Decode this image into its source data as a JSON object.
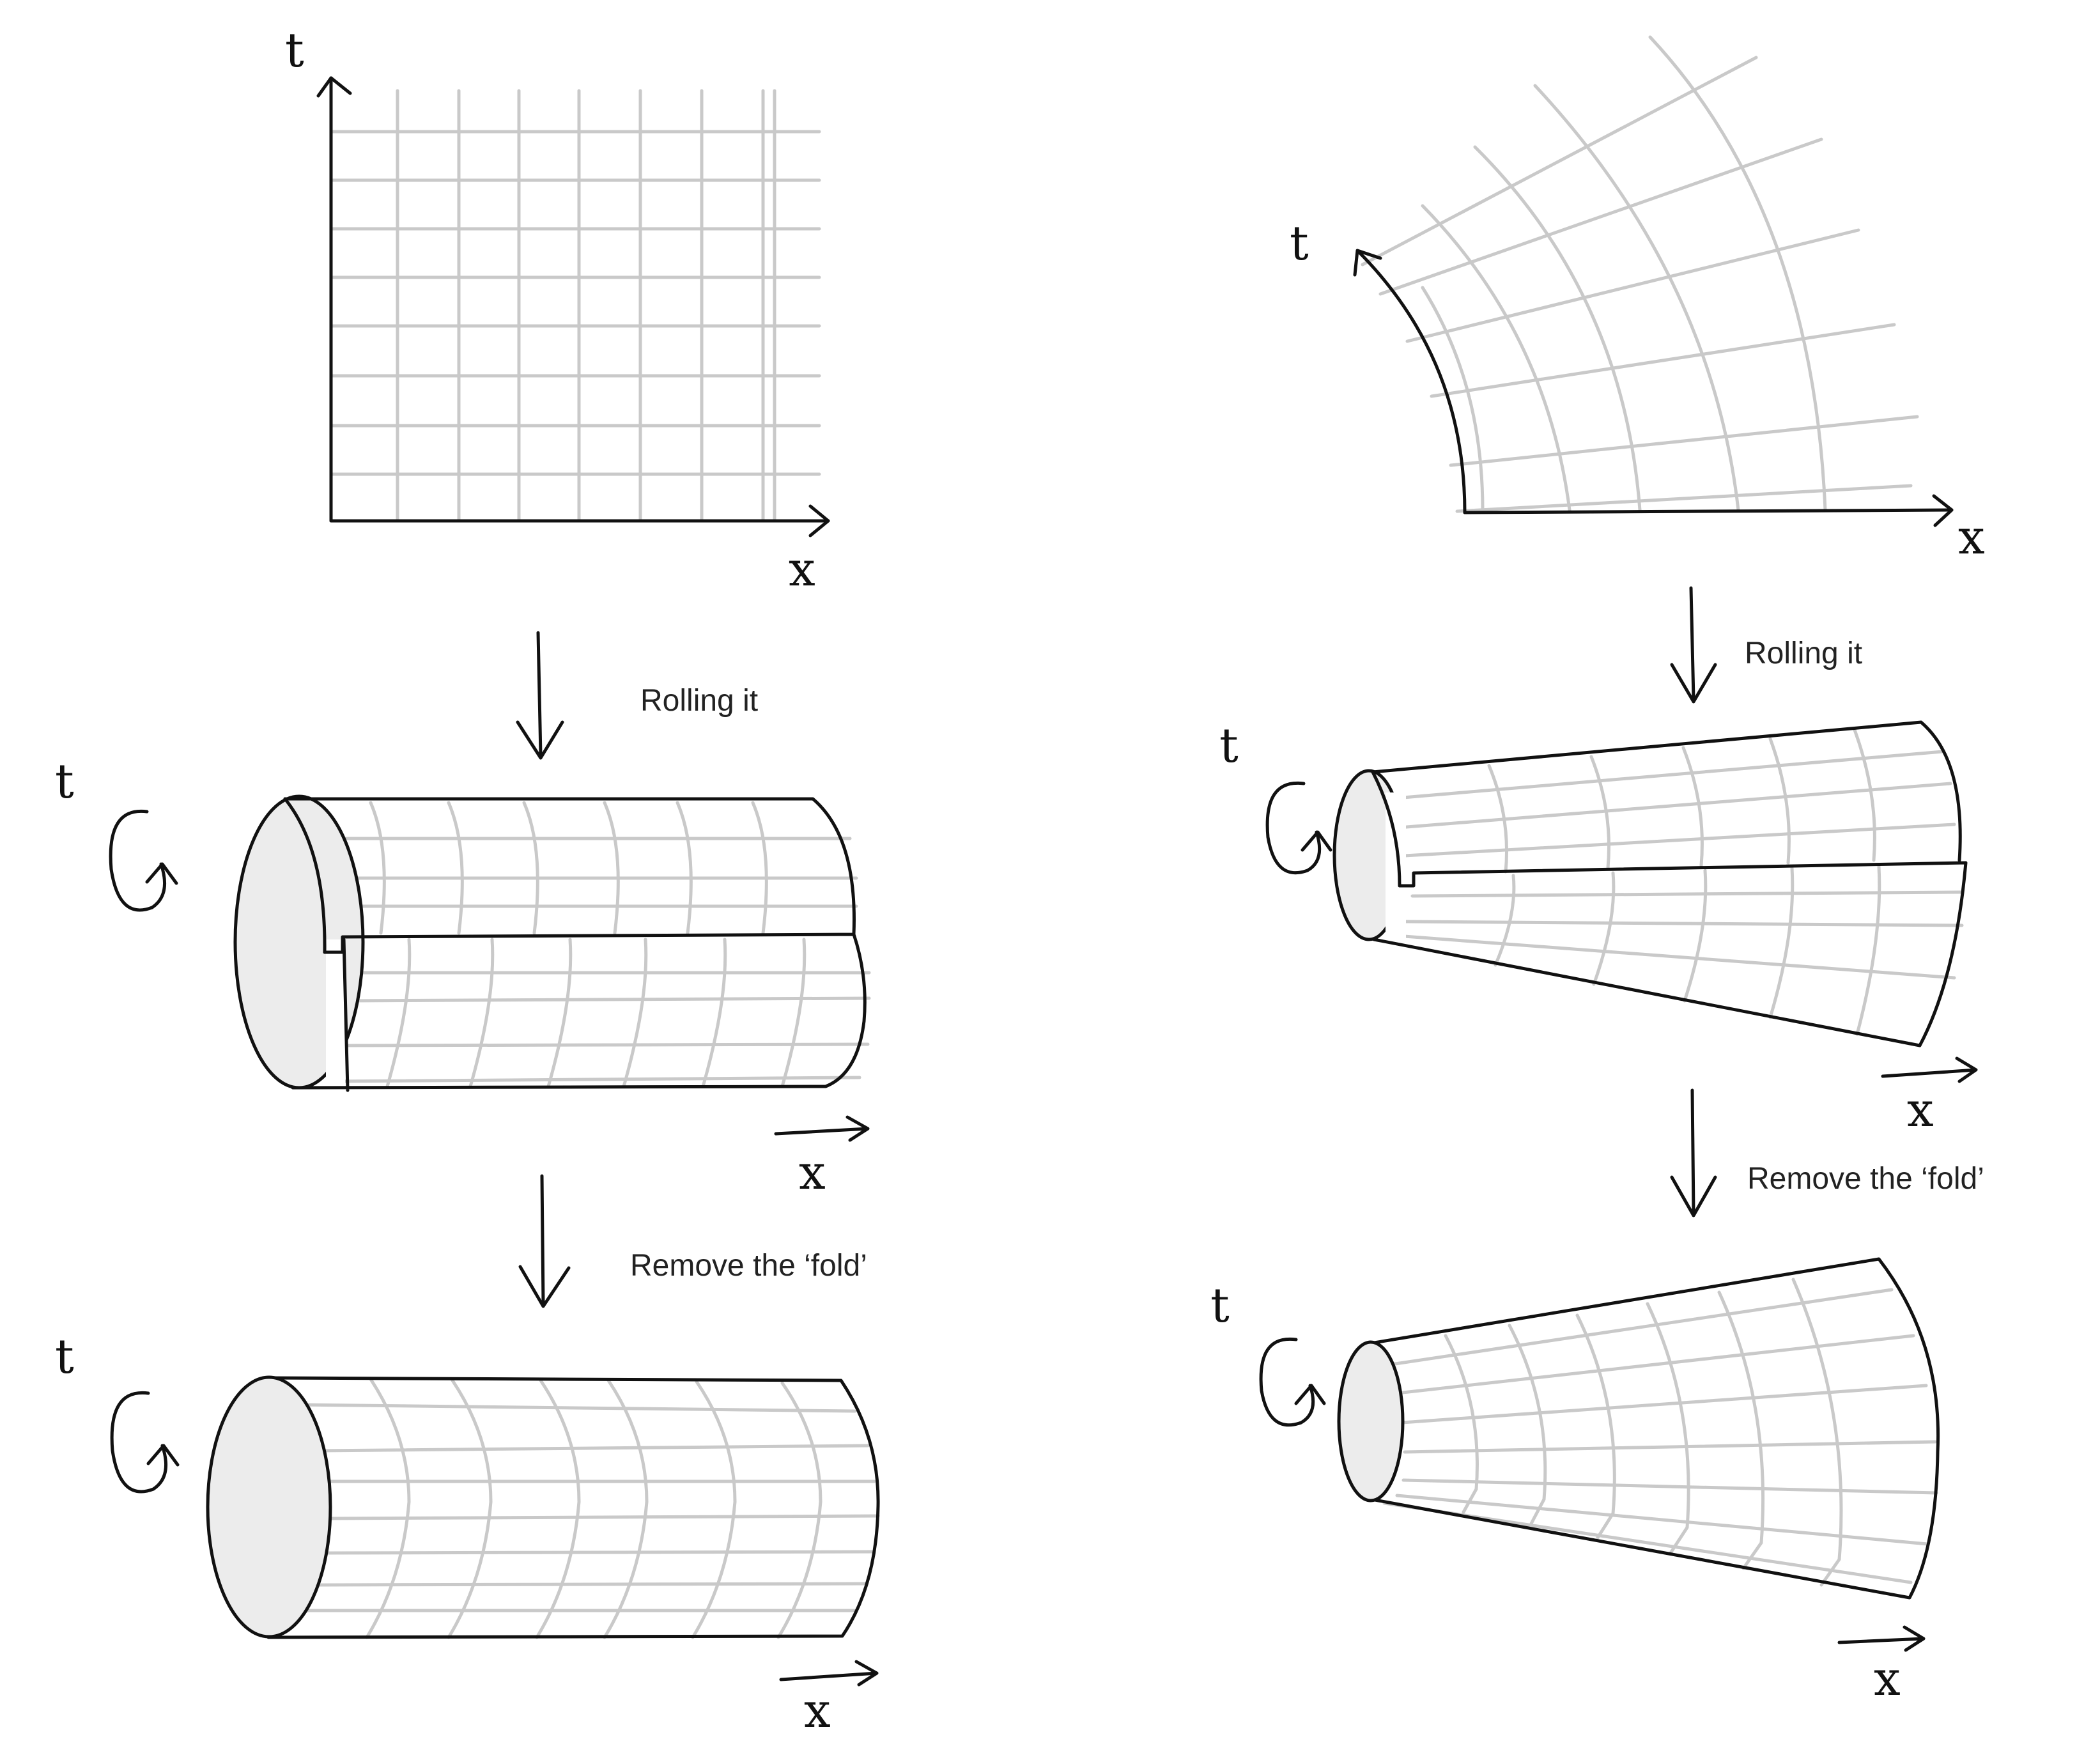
{
  "labels": {
    "t": "t",
    "x": "x",
    "rolling_it": "Rolling it",
    "remove_fold": "Remove the ‘fold’"
  },
  "colors": {
    "ink": "#111111",
    "grid": "#c9c9c9",
    "cap_fill": "#ececec"
  },
  "icons": [
    "rotation-arrow-icon",
    "down-arrow-icon",
    "axis-arrow-icon"
  ]
}
